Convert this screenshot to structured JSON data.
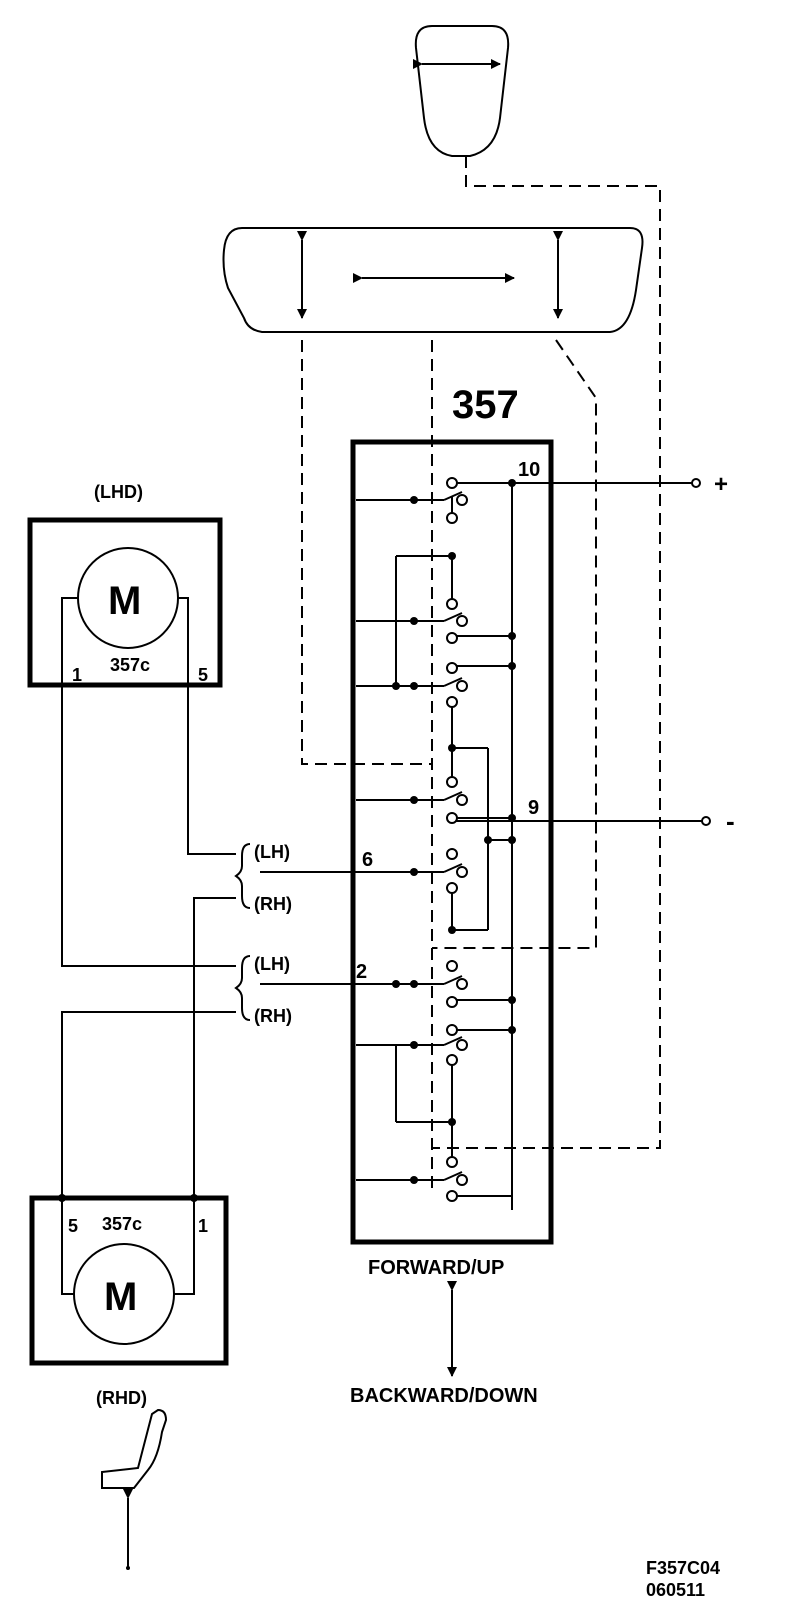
{
  "switch": {
    "number": "357",
    "forward_label": "FORWARD/UP",
    "backward_label": "BACKWARD/DOWN"
  },
  "terminals": {
    "t10": "10",
    "t9": "9",
    "t6": "6",
    "t2": "2",
    "plus": "+",
    "minus": "-"
  },
  "motor_lhd": {
    "heading": "(LHD)",
    "symbol": "M",
    "code": "357c",
    "pin_left": "1",
    "pin_right": "5"
  },
  "motor_rhd": {
    "heading": "(RHD)",
    "symbol": "M",
    "code": "357c",
    "pin_left": "5",
    "pin_right": "1"
  },
  "wire_labels": {
    "lh_a": "(LH)",
    "rh_a": "(RH)",
    "lh_b": "(LH)",
    "rh_b": "(RH)"
  },
  "footer": {
    "code": "F357C04",
    "date": "060511"
  }
}
